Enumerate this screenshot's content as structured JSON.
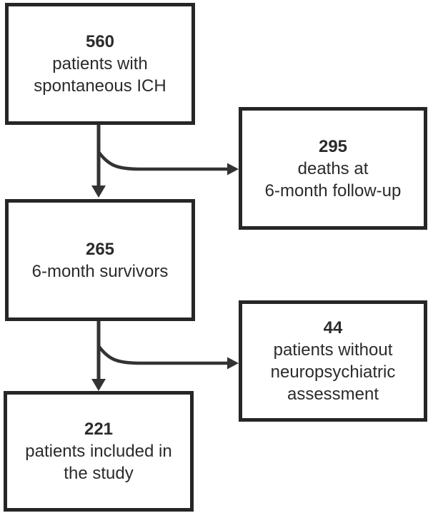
{
  "diagram": {
    "type": "flowchart",
    "background_color": "#ffffff",
    "box_border_color": "#262626",
    "text_color": "#2b2b2b",
    "arrow_color": "#333333",
    "boxes": [
      {
        "id": "patients-with-ich",
        "number": "560",
        "lines": [
          "patients with",
          "spontaneous ICH"
        ]
      },
      {
        "id": "deaths-at-followup",
        "number": "295",
        "lines": [
          "deaths at",
          "6-month follow-up"
        ]
      },
      {
        "id": "six-month-survivors",
        "number": "265",
        "lines": [
          "6-month survivors"
        ]
      },
      {
        "id": "without-assessment",
        "number": "44",
        "lines": [
          "patients without",
          "neuropsychiatric",
          "assessment"
        ]
      },
      {
        "id": "included-in-study",
        "number": "221",
        "lines": [
          "patients included in",
          "the study"
        ]
      }
    ],
    "edges": [
      {
        "from": "patients-with-ich",
        "to": "six-month-survivors",
        "style": "straight-down"
      },
      {
        "from": "patients-with-ich",
        "to": "deaths-at-followup",
        "style": "curved-right"
      },
      {
        "from": "six-month-survivors",
        "to": "included-in-study",
        "style": "straight-down"
      },
      {
        "from": "six-month-survivors",
        "to": "without-assessment",
        "style": "curved-right"
      }
    ]
  }
}
